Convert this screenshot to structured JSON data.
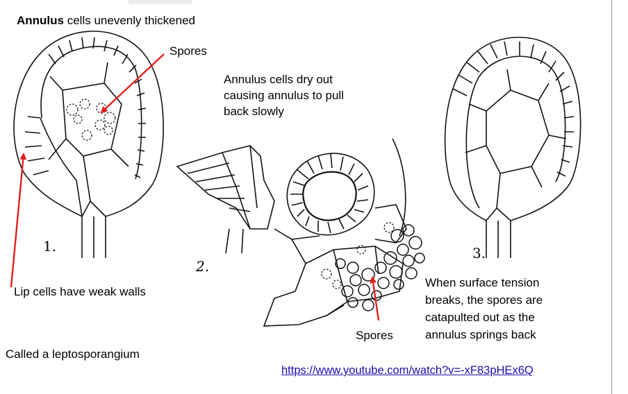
{
  "title": {
    "bold": "Annulus",
    "rest": " cells unevenly thickened"
  },
  "labels": {
    "spores_top": "Spores",
    "spores_bottom": "Spores",
    "lip_cells": "Lip cells have weak walls",
    "called": "Called a leptosporangium",
    "dry_out": "Annulus cells dry out\ncausing annulus to pull\nback slowly",
    "surface_tension": "When surface tension\nbreaks, the spores are\ncatapulted out as the\nannulus springs back",
    "url": "https://www.youtube.com/watch?v=-xF83pHEx6Q"
  },
  "figure_numbers": [
    "1.",
    "2.",
    "3."
  ],
  "colors": {
    "arrow": "#e0201c",
    "link": "#1a0dab",
    "ink": "#111111"
  }
}
